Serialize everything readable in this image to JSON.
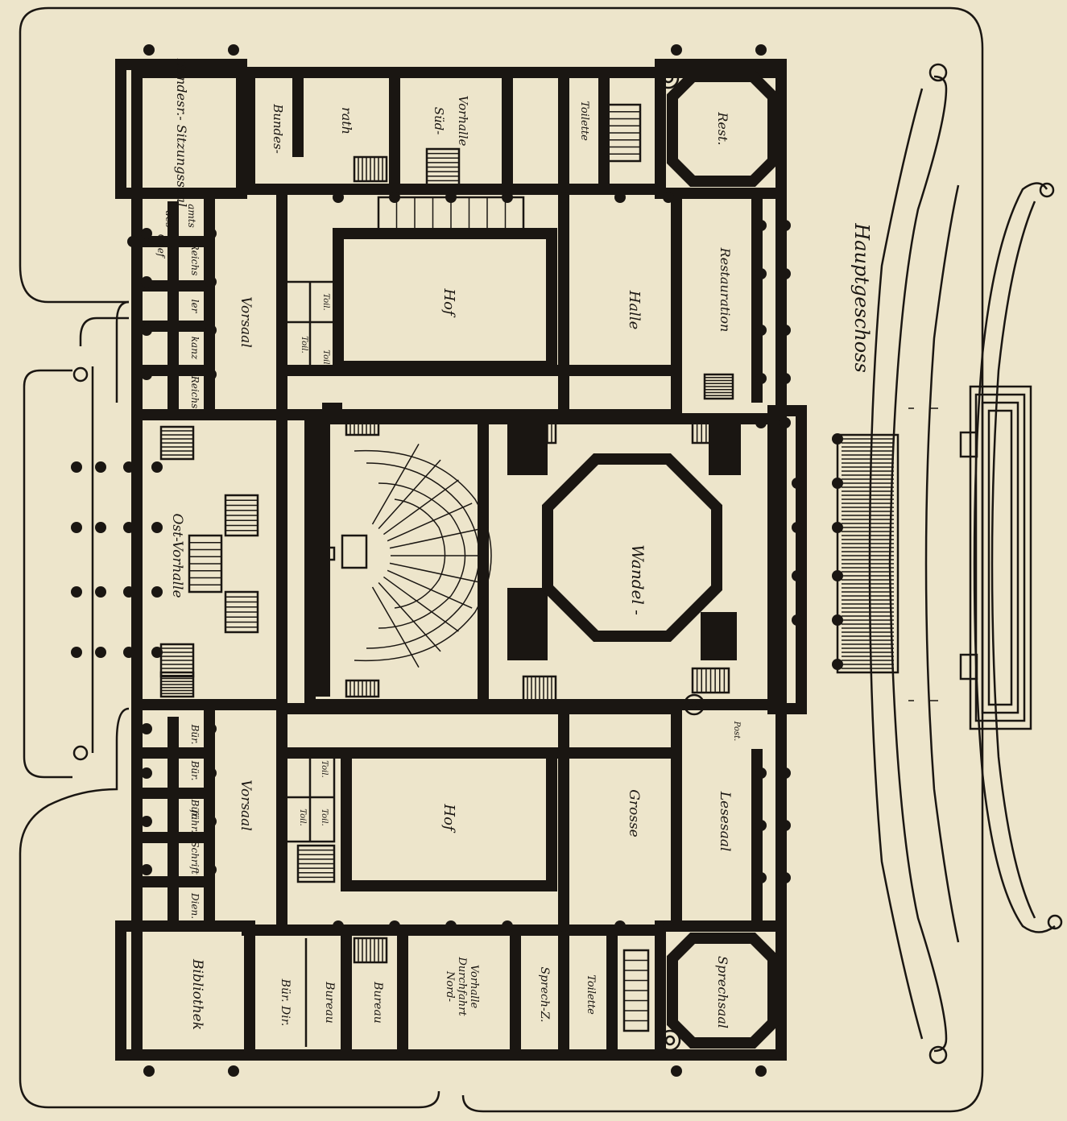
{
  "plan": {
    "title": "Hauptgeschoss",
    "colors": {
      "paper": "#ede5cb",
      "ink": "#1a1612"
    },
    "rooms": {
      "bundesrat_sitzungssaal": "Bundesr.- Sitzungssaal",
      "bundesrath_1": "Bundes-",
      "bundesrath_2": "rath",
      "sued_vorhalle_1": "Süd-",
      "sued_vorhalle_2": "Vorhalle",
      "toilette_top": "Toilette",
      "rest": "Rest.",
      "chef_1": "Chef",
      "chef_2": "des",
      "chef_3": "Reichs",
      "chef_4": "amts",
      "reichskanzler_1": "Reichs",
      "reichskanzler_2": "kanz",
      "reichskanzler_3": "ler",
      "vorsaal_top": "Vorsaal",
      "hof_top": "Hof",
      "toil_1": "Toil.",
      "toil_2": "Toil.",
      "toil_3": "Toil.",
      "halle": "Halle",
      "restauration": "Restauration",
      "ost_vorhalle": "Ost-Vorhalle",
      "wandel": "Wandel -",
      "bur_1": "Bür.",
      "bur_2": "Bür.",
      "bur_3": "Bür.",
      "schriftf_1": "Schrift",
      "schriftf_2": "führ.",
      "dien": "Dien.",
      "vorsaal_bottom": "Vorsaal",
      "hof_bottom": "Hof",
      "toil_4": "Toil.",
      "toil_5": "Toil.",
      "toil_6": "Toil.",
      "grosse": "Grosse",
      "lesesaal": "Lesesaal",
      "post": "Post.",
      "bibliothek": "Bibliothek",
      "bur_dir": "Bür. Dir.",
      "bureau_1": "Bureau",
      "bureau_2": "Bureau",
      "nord_1": "Nord-",
      "nord_2": "Durchfahrt",
      "nord_3": "Vorhalle",
      "sprech_z": "Sprech-Z.",
      "toilette_bottom": "Toilette",
      "sprechsaal": "Sprechsaal"
    }
  }
}
